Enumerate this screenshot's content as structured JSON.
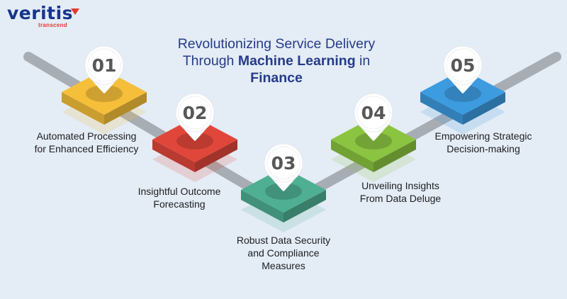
{
  "brand": {
    "name": "veritis",
    "tagline": "transcend",
    "colors": {
      "navy": "#16358c",
      "red": "#e03a2c"
    }
  },
  "title": {
    "part1": "Revolutionizing Service Delivery Through ",
    "part2": "Machine Learning",
    "part3": " in ",
    "part4": "Finance"
  },
  "steps": [
    {
      "number": "01",
      "line1": "Automated Processing",
      "line2": "for Enhanced Efficiency",
      "line3": "",
      "color": "#f6bf3a"
    },
    {
      "number": "02",
      "line1": "Insightful Outcome",
      "line2": "Forecasting",
      "line3": "",
      "color": "#e0473a"
    },
    {
      "number": "03",
      "line1": "Robust Data Security",
      "line2": "and Compliance",
      "line3": "Measures",
      "color": "#4faf93"
    },
    {
      "number": "04",
      "line1": "Unveiling Insights",
      "line2": "From Data Deluge",
      "line3": "",
      "color": "#8bc440"
    },
    {
      "number": "05",
      "line1": "Empowering Strategic",
      "line2": "Decision-making",
      "line3": "",
      "color": "#3d9be0"
    }
  ]
}
